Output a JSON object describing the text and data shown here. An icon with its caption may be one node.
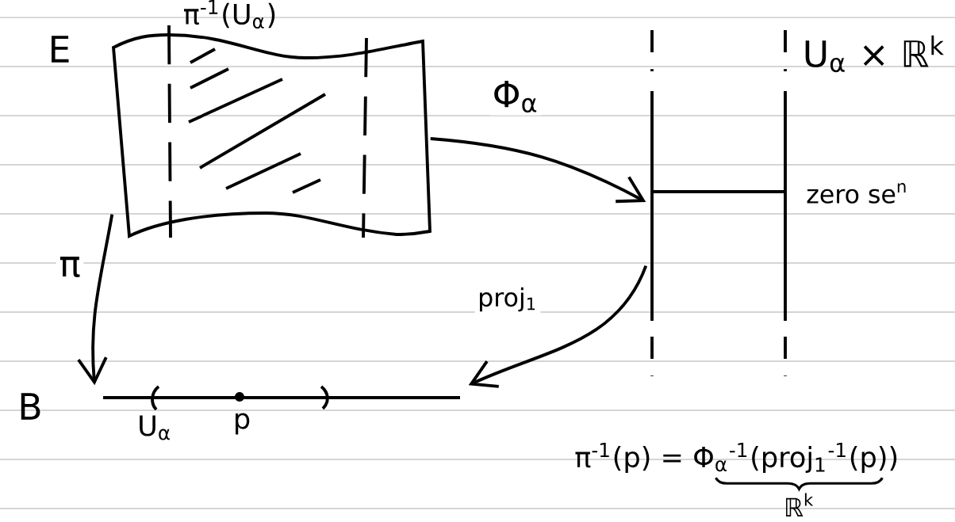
{
  "diagram": {
    "nodes": [
      {
        "text": [
          "E"
        ]
      },
      {
        "text": [
          "π$^{-1}$(U$_{α}$)"
        ],
        "in": 0
      },
      {
        "text": [
          "U$_{α}$ × ℝ$^{k}$"
        ]
      },
      {
        "text": [
          "B"
        ],
        "beside": [
          "U$_{α}$",
          "p"
        ]
      }
    ],
    "edges": [
      {
        "from": 0,
        "to": 2,
        "arrow": "to",
        "label": "Φ$_{α}$"
      },
      {
        "from": 0,
        "to": 3,
        "arrow": "to",
        "label": "π"
      },
      {
        "from": 2,
        "to": 3,
        "arrow": "to",
        "label": "proj$_{1}$"
      }
    ],
    "labels": [
      "zero se$^{n}$",
      "π$^{-1}$(p) = Φ$_{α}$$^{-1}$(proj$_{1}$$^{-1}$(p))",
      "ℝ$^{k}$"
    ]
  }
}
